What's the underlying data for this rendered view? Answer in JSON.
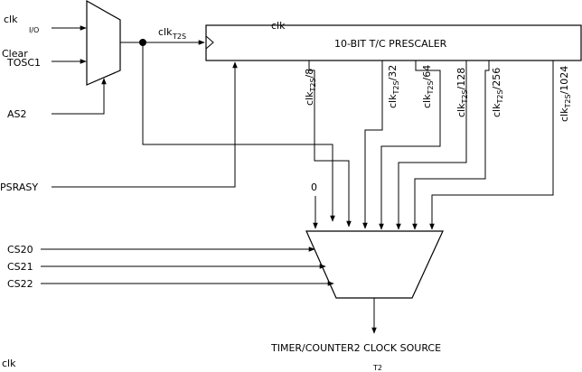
{
  "inputs": {
    "clk_io_clk": "clk",
    "clk_io_sub": "I/O",
    "clear": "Clear",
    "tosc1": "TOSC1",
    "as2": "AS2",
    "psrasy": "PSRASY",
    "zero": "0",
    "cs20": "CS20",
    "cs21": "CS21",
    "cs22": "CS22"
  },
  "clk_t2s": {
    "main": "clk",
    "sub": "T2S"
  },
  "prescaler": {
    "title": "10-BIT T/C PRESCALER",
    "top_label": "clk"
  },
  "taps": [
    {
      "main": "clk",
      "sub": "T2S",
      "div": "/8"
    },
    {
      "main": "clk",
      "sub": "T2S",
      "div": "/32"
    },
    {
      "main": "clk",
      "sub": "T2S",
      "div": "/64"
    },
    {
      "main": "clk",
      "sub": "T2S",
      "div": "/128"
    },
    {
      "main": "clk",
      "sub": "T2S",
      "div": "/256"
    },
    {
      "main": "clk",
      "sub": "T2S",
      "div": "/1024"
    }
  ],
  "output": {
    "label": "TIMER/COUNTER2 CLOCK SOURCE",
    "clk": "clk",
    "sub": "T2"
  }
}
